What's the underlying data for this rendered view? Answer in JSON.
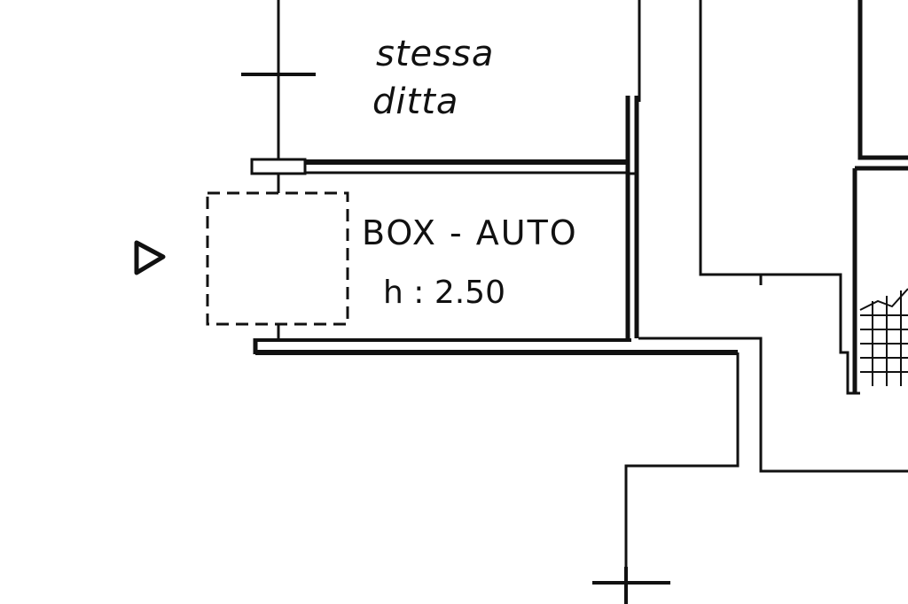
{
  "plan": {
    "neighbor_label_line1": "stessa",
    "neighbor_label_line2": "ditta",
    "room_label": "BOX - AUTO",
    "height_label": "h : 2.50",
    "ink_color": "#111111",
    "paper_color": "#ffffff",
    "entrance_marker_icon": "triangle-arrow-icon"
  }
}
